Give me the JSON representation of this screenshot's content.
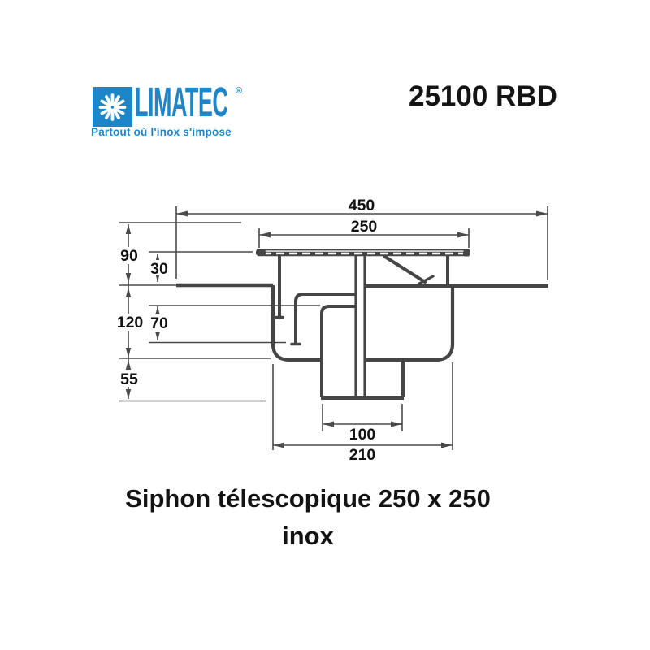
{
  "header": {
    "logo": {
      "brand": "LIMATEC",
      "registered_mark": "®",
      "tagline": "Partout où l'inox s'impose",
      "brand_color": "#1d86c8"
    },
    "product_code": "25100 RBD"
  },
  "drawing": {
    "line_color": "#454545",
    "dimension_line_color": "#4a4a4a",
    "label_color": "#121212",
    "dimensions": {
      "overall_flange_width": "450",
      "grate_width": "250",
      "height_above_floor": "90",
      "grate_to_floor": "30",
      "floor_to_bowl_bottom": "120",
      "dip_tube_depth": "70",
      "outlet_drop": "55",
      "outlet_width": "100",
      "bowl_width": "210"
    }
  },
  "caption": {
    "line1": "Siphon télescopique 250 x 250",
    "line2": "inox"
  }
}
